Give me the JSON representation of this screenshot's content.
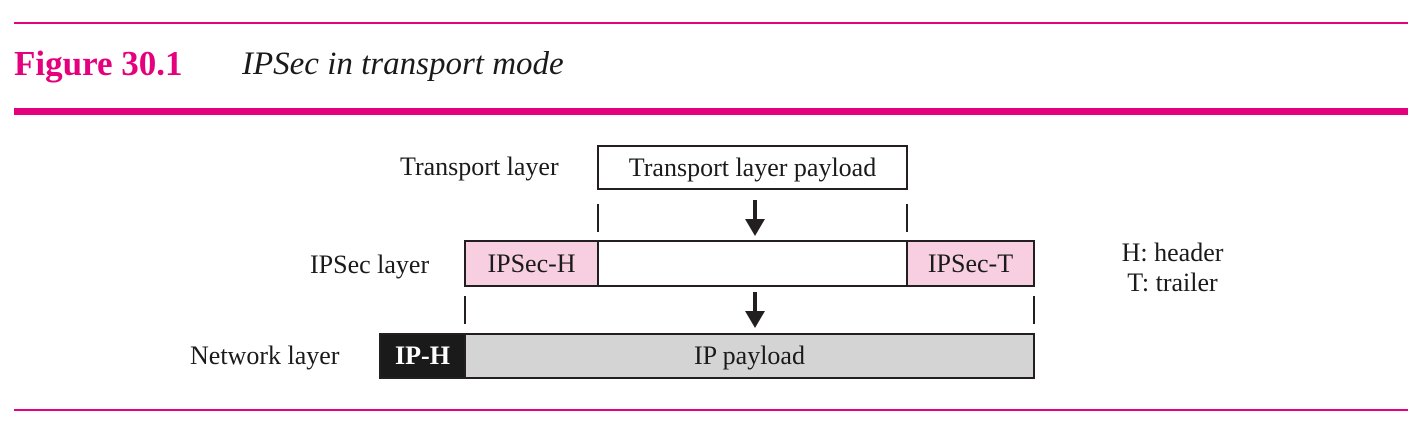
{
  "colors": {
    "accent": "#e5007d",
    "ipsec_fill": "#f7cfe0",
    "network_fill": "#d4d4d4",
    "ip_header_fill": "#1a1a1a"
  },
  "figure": {
    "number": "Figure 30.1",
    "title": "IPSec in transport mode"
  },
  "layers": {
    "transport": {
      "label": "Transport layer",
      "payload": "Transport layer payload"
    },
    "ipsec": {
      "label": "IPSec layer",
      "header": "IPSec-H",
      "trailer": "IPSec-T"
    },
    "network": {
      "label": "Network layer",
      "header": "IP-H",
      "payload": "IP payload"
    }
  },
  "legend": {
    "header": "H: header",
    "trailer": "T: trailer"
  },
  "icons": [
    "down-arrow-icon",
    "down-arrow-icon"
  ]
}
